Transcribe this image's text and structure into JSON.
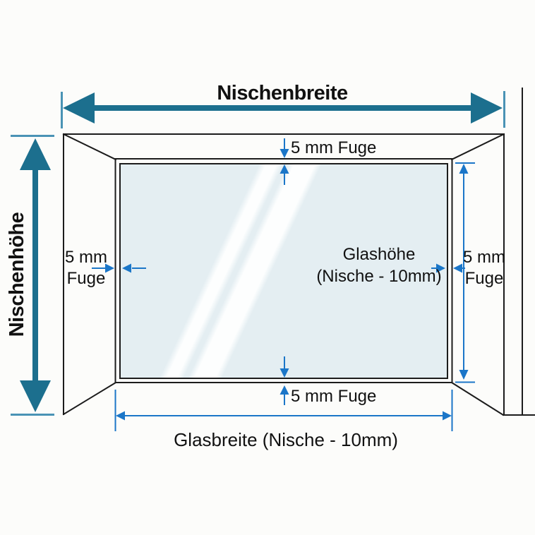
{
  "diagram": {
    "title_width": "Nischenbreite",
    "title_height": "Nischenhöhe",
    "labels": {
      "top_gap": "5 mm Fuge",
      "bottom_gap": "5 mm Fuge",
      "left_gap": {
        "line1": "5 mm",
        "line2": "Fuge"
      },
      "right_gap": {
        "line1": "5 mm",
        "line2": "Fuge"
      },
      "glass_height": {
        "line1": "Glashöhe",
        "line2": "(Nische - 10mm)"
      },
      "glass_width": "Glasbreite (Nische - 10mm)"
    },
    "colors": {
      "nicheArrow": "#1c6f8e",
      "nicheTick": "#4a93b5",
      "dimArrow": "#1b76c8",
      "outline": "#1c1c1c",
      "glassFill": "#e4eef2",
      "glassStreak": "#fdfefe",
      "background": "#fcfcfa",
      "text": "#111111"
    }
  }
}
